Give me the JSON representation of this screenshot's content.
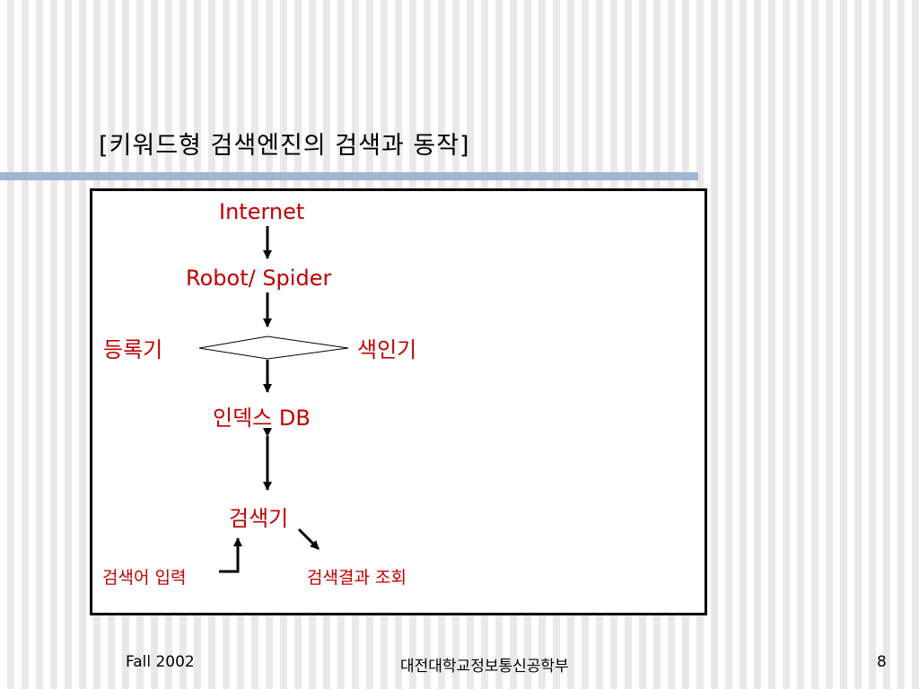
{
  "slide": {
    "title": "[키워드형 검색엔진의 검색과 동작]"
  },
  "diagram": {
    "nodes": {
      "internet": "Internet",
      "robot_spider": "Robot/ Spider",
      "registrar": "등록기",
      "indexer": "색인기",
      "index_db": "인덱스 DB",
      "searcher": "검색기",
      "query_input": "검색어 입력",
      "result_view": "검색결과 조회"
    },
    "colors": {
      "text": "#c00000",
      "lines": "#000000",
      "title_rule": "#a2b5d2"
    }
  },
  "footer": {
    "left": "Fall 2002",
    "center": "대전대학교정보통신공학부",
    "page_number": "8"
  }
}
